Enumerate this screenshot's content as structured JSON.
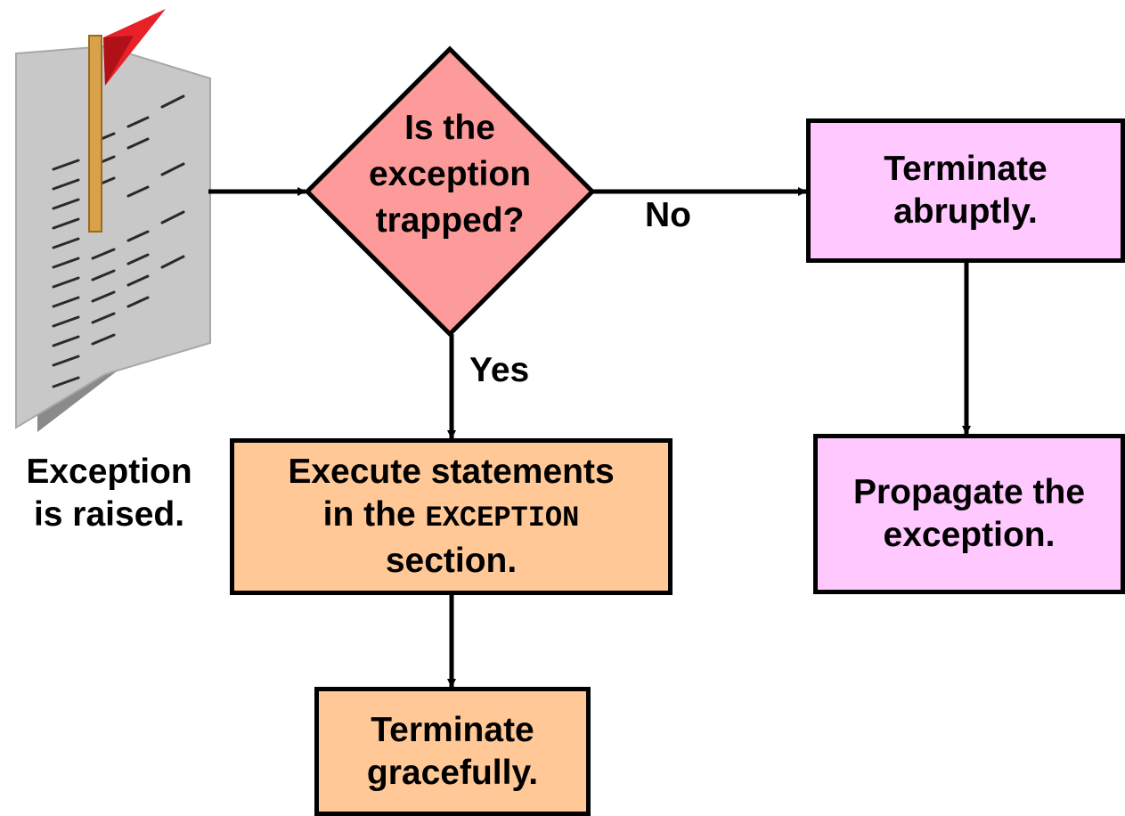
{
  "colors": {
    "decision_fill": "#fd9a9a",
    "graceful_fill": "#ffc896",
    "abrupt_fill": "#ffc8ff",
    "stroke": "#000000"
  },
  "icon": "document-with-red-flag",
  "start": {
    "line1": "Exception",
    "line2": "is raised."
  },
  "decision": {
    "line1": "Is the",
    "line2": "exception",
    "line3": "trapped?"
  },
  "branch_labels": {
    "no": "No",
    "yes": "Yes"
  },
  "execute_box": {
    "line1": "Execute statements",
    "line2_prefix": "in the ",
    "line2_code": "EXCEPTION",
    "line3": "section."
  },
  "graceful_box": {
    "line1": "Terminate",
    "line2": "gracefully."
  },
  "abrupt_box": {
    "line1": "Terminate",
    "line2": "abruptly."
  },
  "propagate_box": {
    "line1": "Propagate the",
    "line2": "exception."
  }
}
